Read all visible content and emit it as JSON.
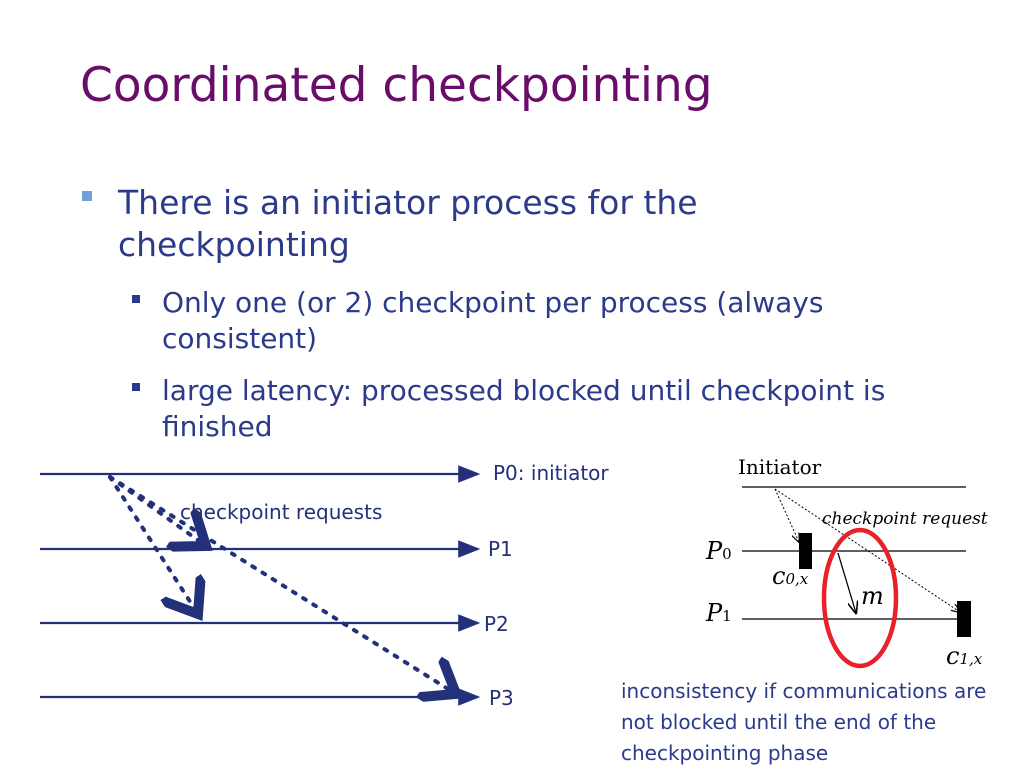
{
  "slide": {
    "title": "Coordinated checkpointing",
    "bullet": "There is an initiator process for the checkpointing",
    "sub_bullets": [
      "Only one (or 2) checkpoint per process (always consistent)",
      "large latency: processed blocked until checkpoint is finished"
    ]
  },
  "left_diagram": {
    "process_labels": [
      "P0: initiator",
      "P1",
      "P2",
      "P3"
    ],
    "arrow_label": "checkpoint requests"
  },
  "right_diagram": {
    "initiator": "Initiator",
    "request": "checkpoint request",
    "p0": "P",
    "p0_sub": "0",
    "p1": "P",
    "p1_sub": "1",
    "c0": "c",
    "c0_sub": "0,x",
    "c1": "c",
    "c1_sub": "1,x",
    "m": "m"
  },
  "caption": "inconsistency if communications are not blocked until the end of the checkpointing phase",
  "colors": {
    "title": "#6a0d6a",
    "text": "#2b3a8a",
    "highlight_ellipse": "#e8212a"
  }
}
